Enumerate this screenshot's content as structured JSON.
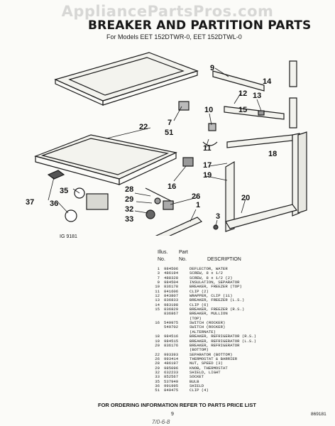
{
  "watermark": "AppliancePartsPros.com",
  "title": "BREAKER AND PARTITION PARTS",
  "subtitle": "For Models EET 152DTWR-0, EET 152DTWL-0",
  "diagram_ref": "IG 9181",
  "callouts": [
    "9",
    "14",
    "12",
    "13",
    "10",
    "15",
    "7",
    "51",
    "22",
    "11",
    "17",
    "18",
    "19",
    "16",
    "28",
    "29",
    "32",
    "33",
    "26",
    "35",
    "36",
    "37",
    "1",
    "20",
    "3"
  ],
  "table": {
    "head_top_1": "Illus.",
    "head_top_2": "Part",
    "col_no": "No.",
    "col_part": "No.",
    "col_desc": "DESCRIPTION",
    "rows": [
      {
        "no": "1",
        "part": "984506",
        "desc": "DEFLECTOR, WATER"
      },
      {
        "no": "3",
        "part": "486194",
        "desc": "SCREW, 8 x 1/2"
      },
      {
        "no": "7",
        "part": "488328",
        "desc": "SCREW, 8 x 1/2 (2)"
      },
      {
        "no": "9",
        "part": "984504",
        "desc": "INSULATION, SEPARATOR"
      },
      {
        "no": "10",
        "part": "836178",
        "desc": "BREAKER, FREEZER (TOP)"
      },
      {
        "no": "11",
        "part": "841606",
        "desc": "CLIP (2)"
      },
      {
        "no": "12",
        "part": "843807",
        "desc": "WRAPPER, CLIP (11)"
      },
      {
        "no": "13",
        "part": "836833",
        "desc": "BREAKER, FREEZER (L.S.)"
      },
      {
        "no": "14",
        "part": "983198",
        "desc": "CLIP (6)"
      },
      {
        "no": "15",
        "part": "836829",
        "desc": "BREAKER, FREEZER (R.S.)"
      },
      {
        "no": "",
        "part": "836867",
        "desc": "BREAKER, MULLION"
      },
      {
        "no": "",
        "part": "",
        "desc": "(TOP)"
      },
      {
        "no": "16",
        "part": "549975",
        "desc": "SWITCH (ROCKER)"
      },
      {
        "no": "",
        "part": "549702",
        "desc": "SWITCH (ROCKER)"
      },
      {
        "no": "",
        "part": "",
        "desc": "(ALTERNATE)"
      },
      {
        "no": "18",
        "part": "984516",
        "desc": "BREAKER, REFRIGERATOR (R.S.)"
      },
      {
        "no": "19",
        "part": "984515",
        "desc": "BREAKER, REFRIGERATOR (L.S.)"
      },
      {
        "no": "20",
        "part": "836176",
        "desc": "BREAKER, REFRIGERATOR"
      },
      {
        "no": "",
        "part": "",
        "desc": "(BOTTOM)"
      },
      {
        "no": "22",
        "part": "993393",
        "desc": "SEPARATOR (BOTTOM)"
      },
      {
        "no": "26",
        "part": "993414",
        "desc": "THERMOSTAT & BARRIER"
      },
      {
        "no": "28",
        "part": "486197",
        "desc": "NUT, SPEED (3)"
      },
      {
        "no": "29",
        "part": "985096",
        "desc": "KNOB, THERMOSTAT"
      },
      {
        "no": "32",
        "part": "632233",
        "desc": "SHIELD, LIGHT"
      },
      {
        "no": "33",
        "part": "852567",
        "desc": "SOCKET"
      },
      {
        "no": "35",
        "part": "537949",
        "desc": "BULB"
      },
      {
        "no": "36",
        "part": "991995",
        "desc": "SHIELD"
      },
      {
        "no": "51",
        "part": "849475",
        "desc": "CLIP (4)"
      }
    ]
  },
  "footer": "FOR ORDERING INFORMATION REFER TO PARTS PRICE LIST",
  "page_number": "9",
  "doc_code": "869181",
  "handwriting": "7/0-6-8"
}
